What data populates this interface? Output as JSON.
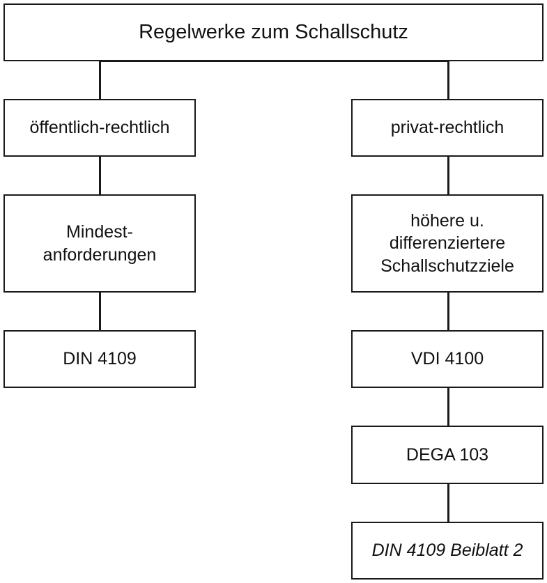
{
  "title": "Regelwerke zum Schallschutz",
  "left": {
    "category": "öffentlich-rechtlich",
    "requirement_line1": "Mindest-",
    "requirement_line2": "anforderungen",
    "standard": "DIN 4109"
  },
  "right": {
    "category": "privat-rechtlich",
    "goal_line1": "höhere u.",
    "goal_line2": "differenziertere",
    "goal_line3": "Schallschutzziele",
    "standard1": "VDI 4100",
    "standard2": "DEGA 103",
    "standard3": "DIN 4109 Beiblatt 2"
  }
}
